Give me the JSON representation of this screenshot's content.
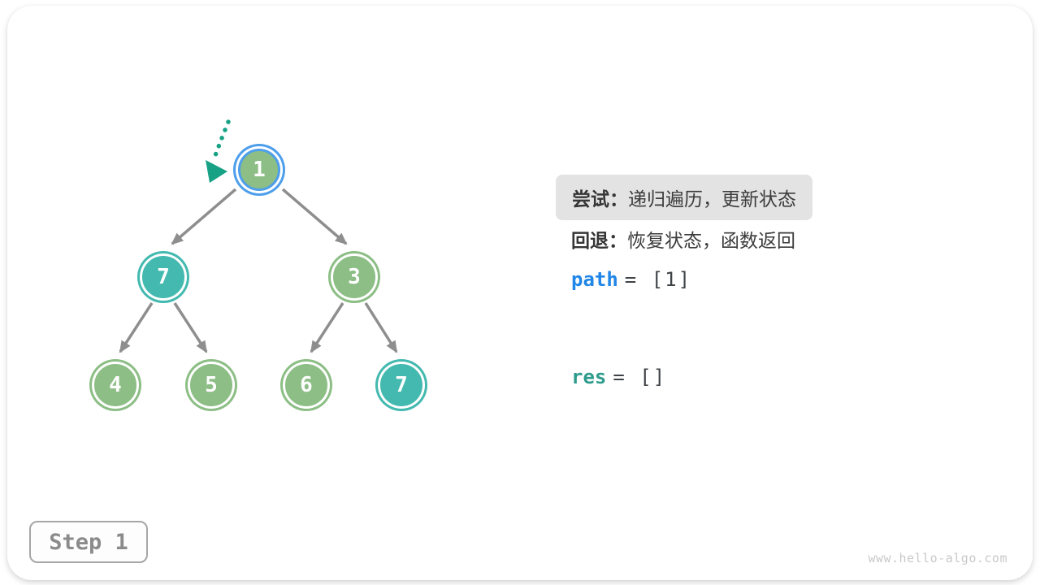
{
  "panel": {
    "try_label": "尝试：",
    "try_text": "递归遍历，更新状态",
    "back_label": "回退：",
    "back_text": "恢复状态，函数返回",
    "path_var": "path",
    "path_rest": "= [1]",
    "res_var": "res",
    "res_rest": "= []"
  },
  "tree": {
    "nodes": [
      {
        "value": "1",
        "type": "active"
      },
      {
        "value": "7",
        "type": "teal"
      },
      {
        "value": "3",
        "type": "green"
      },
      {
        "value": "4",
        "type": "green"
      },
      {
        "value": "5",
        "type": "green"
      },
      {
        "value": "6",
        "type": "green"
      },
      {
        "value": "7",
        "type": "teal"
      }
    ],
    "edges": [
      [
        0,
        1
      ],
      [
        0,
        2
      ],
      [
        1,
        3
      ],
      [
        1,
        4
      ],
      [
        2,
        5
      ],
      [
        2,
        6
      ]
    ]
  },
  "step_button": {
    "label": "Step 1"
  },
  "watermark": "www.hello-algo.com",
  "colors": {
    "node_green": "#8CBE85",
    "node_teal": "#43B9AF",
    "active_ring_blue": "#4D9EEB",
    "edge_gray": "#8E8E8E",
    "pointer_arrow_teal": "#17A285",
    "path_blue": "#2086E7",
    "res_teal": "#2E9C8D",
    "highlight_bg": "#E3E3E3",
    "step_text_gray": "#8B8B8B"
  }
}
